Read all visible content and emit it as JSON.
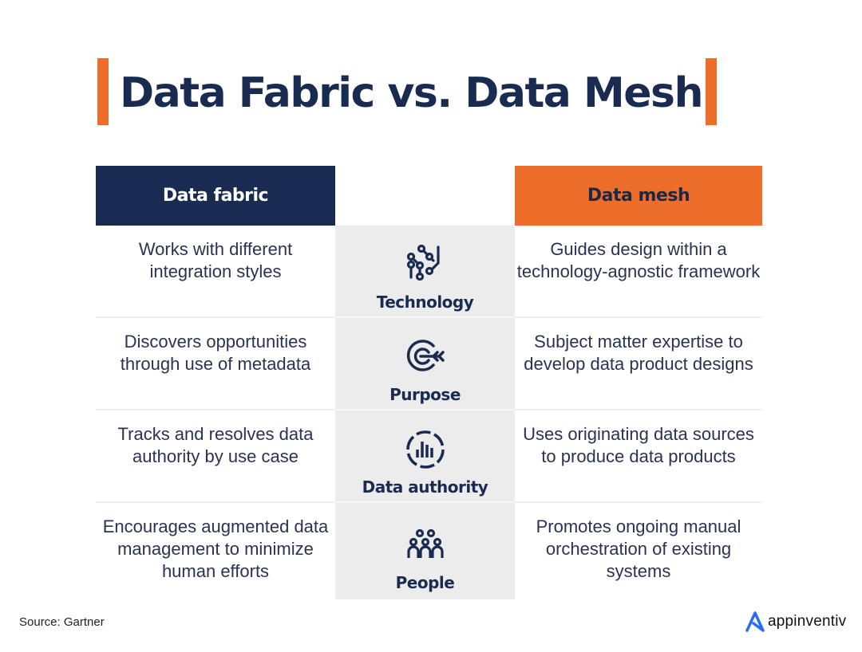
{
  "title": "Data Fabric vs. Data Mesh",
  "colors": {
    "navy": "#1a2b52",
    "orange": "#ec6e2a",
    "mid_bg": "#ececec"
  },
  "headers": {
    "left": "Data fabric",
    "right": "Data mesh"
  },
  "rows": [
    {
      "category": "Technology",
      "icon": "circuit-icon",
      "fabric": "Works with different integration styles",
      "mesh": "Guides design within a technology-agnostic framework"
    },
    {
      "category": "Purpose",
      "icon": "target-arrow-icon",
      "fabric": "Discovers opportunities through use of metadata",
      "mesh": "Subject matter expertise to develop data product designs"
    },
    {
      "category": "Data authority",
      "icon": "bar-chart-circle-icon",
      "fabric": "Tracks and resolves data authority by use case",
      "mesh": "Uses originating data sources to produce data products"
    },
    {
      "category": "People",
      "icon": "people-group-icon",
      "fabric": "Encourages augmented data management to minimize human efforts",
      "mesh": "Promotes ongoing manual orchestration of existing systems"
    }
  ],
  "footer": {
    "source": "Source: Gartner",
    "brand": "appinventiv"
  }
}
